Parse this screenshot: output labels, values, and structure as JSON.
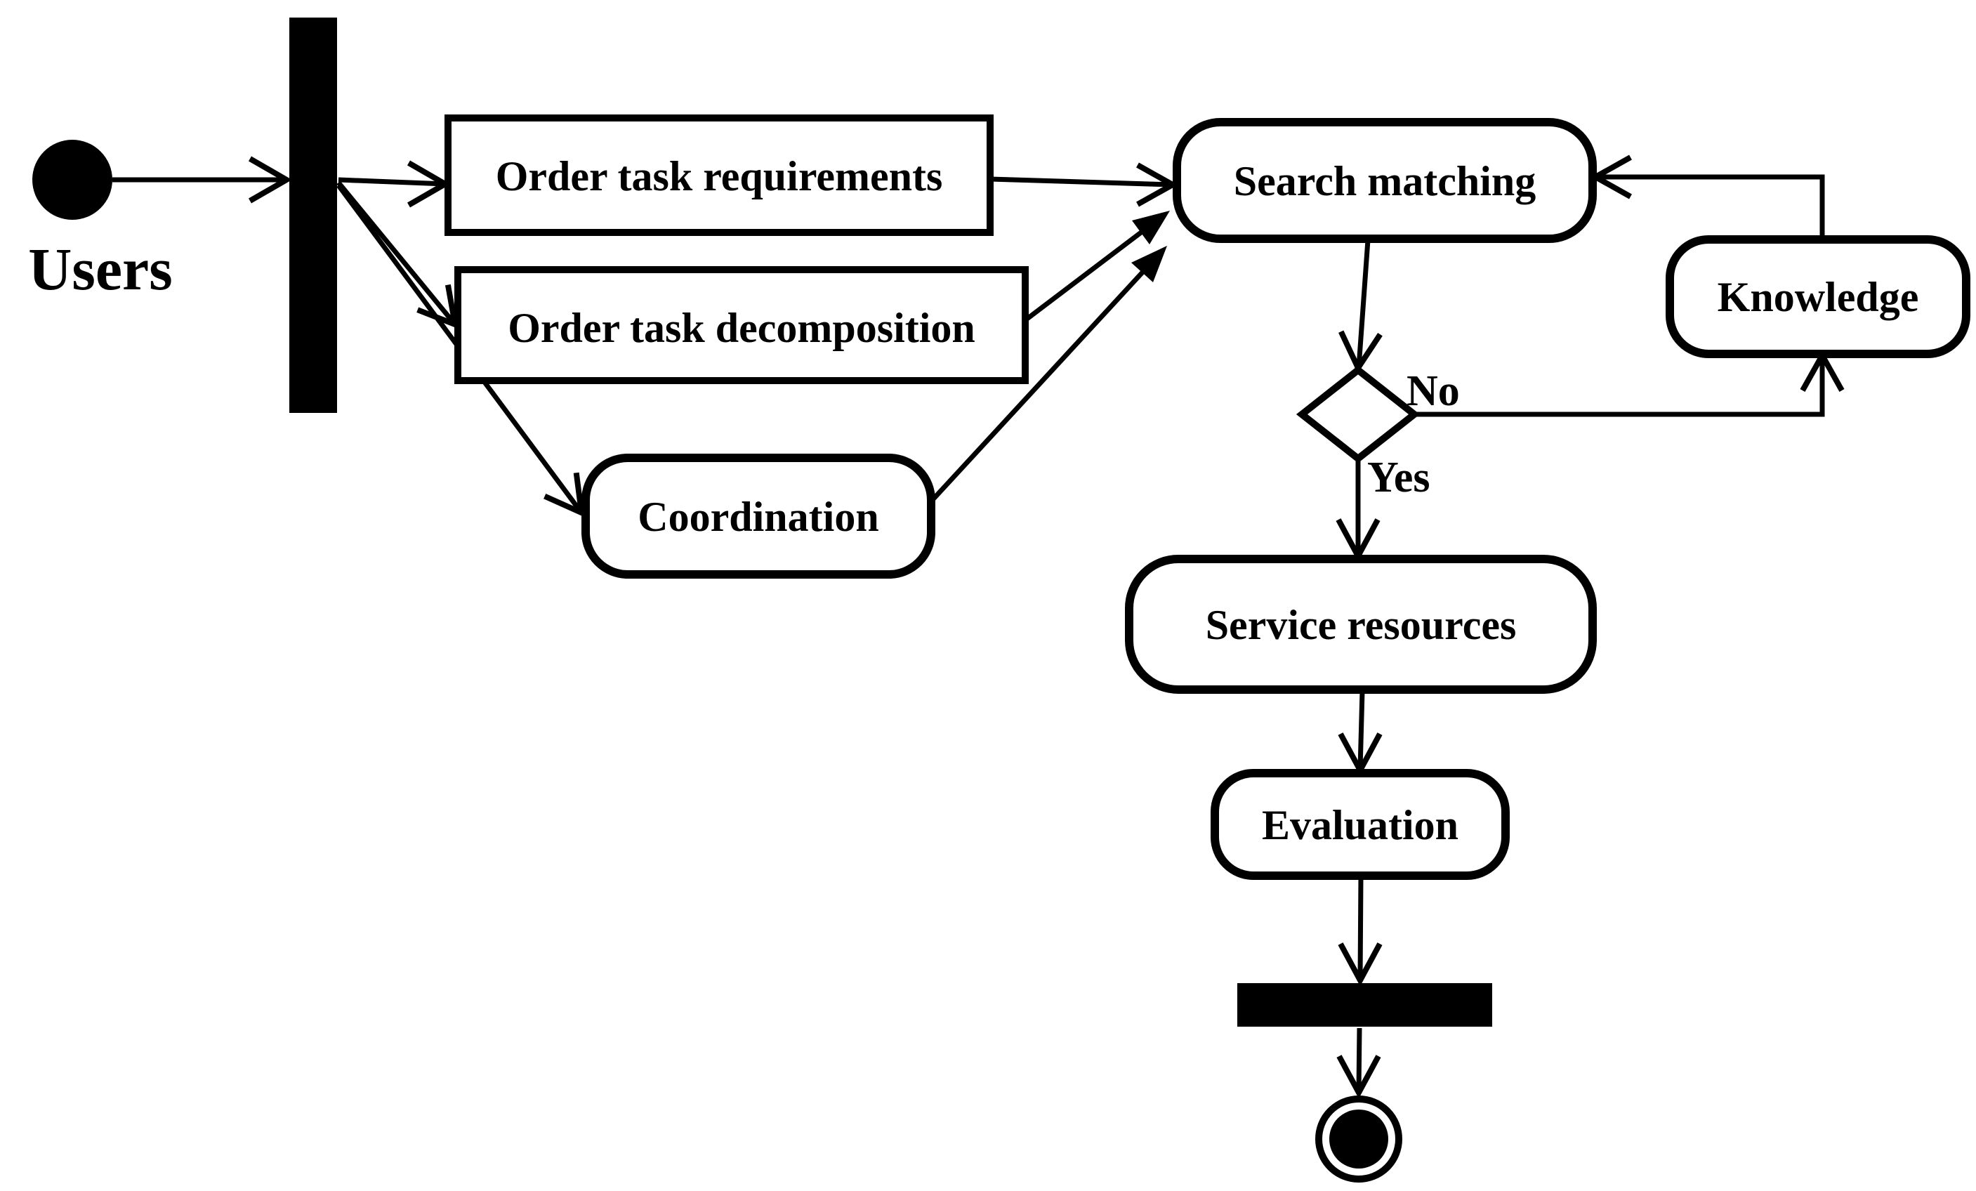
{
  "diagram": {
    "kind": "UML activity diagram",
    "background_color": "#ffffff",
    "ink_color": "#000000",
    "nodes": {
      "users": {
        "label": "Users",
        "type": "initial-node"
      },
      "fork": {
        "type": "fork-bar"
      },
      "order_task_requirements": {
        "label": "Order task requirements",
        "type": "action"
      },
      "order_task_decomposition": {
        "label": "Order task decomposition",
        "type": "action"
      },
      "coordination": {
        "label": "Coordination",
        "type": "action"
      },
      "search_matching": {
        "label": "Search matching",
        "type": "action"
      },
      "knowledge": {
        "label": "Knowledge",
        "type": "action"
      },
      "decision": {
        "type": "decision",
        "no_label": "No",
        "yes_label": "Yes"
      },
      "service_resources": {
        "label": "Service resources",
        "type": "action"
      },
      "evaluation": {
        "label": "Evaluation",
        "type": "action"
      },
      "join": {
        "type": "join-bar"
      },
      "final": {
        "type": "final-node"
      }
    },
    "edges": [
      {
        "from": "users",
        "to": "fork"
      },
      {
        "from": "fork",
        "to": "order_task_requirements"
      },
      {
        "from": "fork",
        "to": "order_task_decomposition"
      },
      {
        "from": "fork",
        "to": "coordination"
      },
      {
        "from": "order_task_requirements",
        "to": "search_matching"
      },
      {
        "from": "order_task_decomposition",
        "to": "search_matching"
      },
      {
        "from": "coordination",
        "to": "search_matching"
      },
      {
        "from": "search_matching",
        "to": "decision"
      },
      {
        "from": "decision",
        "to": "knowledge",
        "label": "No"
      },
      {
        "from": "knowledge",
        "to": "search_matching"
      },
      {
        "from": "decision",
        "to": "service_resources",
        "label": "Yes"
      },
      {
        "from": "service_resources",
        "to": "evaluation"
      },
      {
        "from": "evaluation",
        "to": "join"
      },
      {
        "from": "join",
        "to": "final"
      }
    ]
  }
}
